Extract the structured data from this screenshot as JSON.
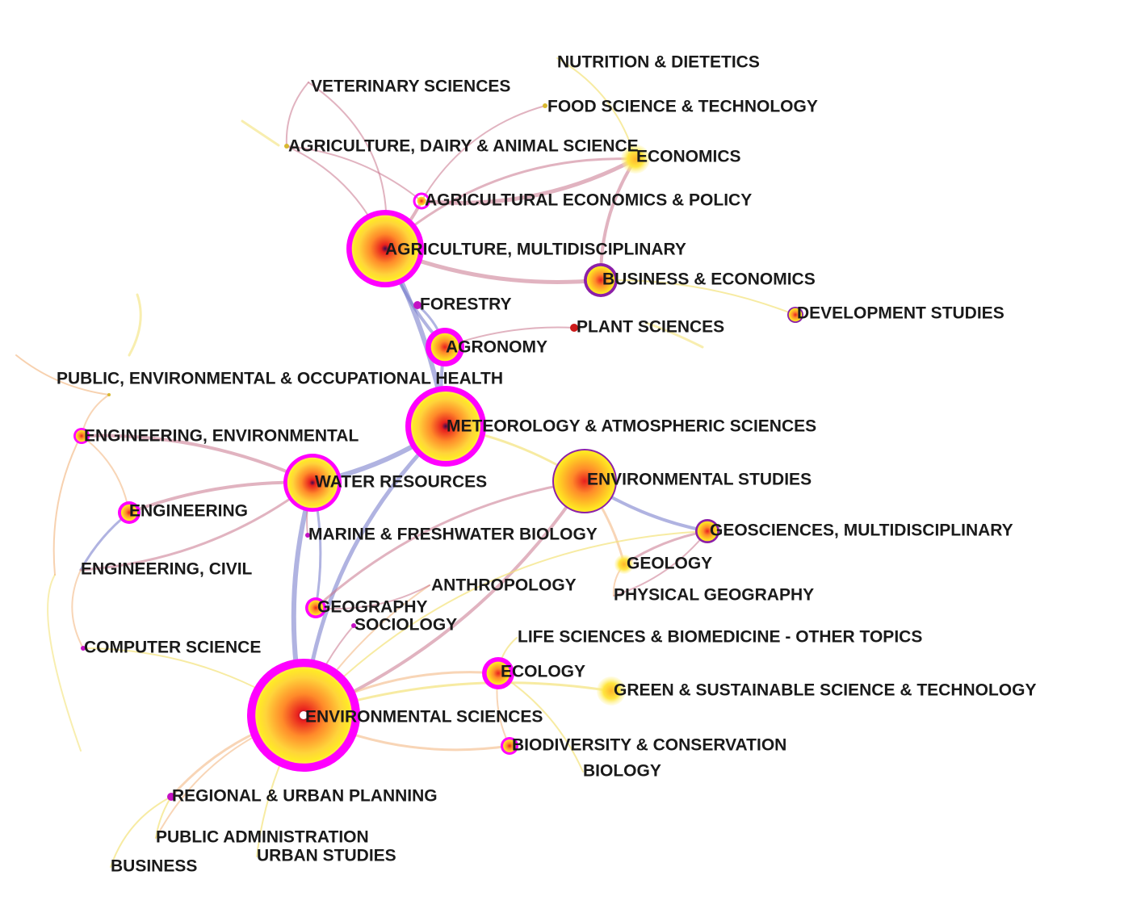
{
  "colors": {
    "ring_magenta": "#ff00ff",
    "ring_purple": "#8b1fa8",
    "core_yellow": "#ffee22",
    "core_orange": "#ff9a22",
    "core_red": "#e8201e",
    "edge_pink": "#c8748c",
    "edge_blue": "#6f75c8",
    "edge_yellow": "#f3e27a",
    "edge_orange": "#f2b27a"
  },
  "nodes": [
    {
      "id": "nutrition",
      "label": "NUTRITION & DIETETICS"
    },
    {
      "id": "veterinary",
      "label": "VETERINARY SCIENCES"
    },
    {
      "id": "food",
      "label": "FOOD SCIENCE & TECHNOLOGY"
    },
    {
      "id": "agri_dairy",
      "label": "AGRICULTURE, DAIRY & ANIMAL SCIENCE"
    },
    {
      "id": "economics",
      "label": "ECONOMICS"
    },
    {
      "id": "agri_econ",
      "label": "AGRICULTURAL ECONOMICS & POLICY"
    },
    {
      "id": "agri_multi",
      "label": "AGRICULTURE, MULTIDISCIPLINARY"
    },
    {
      "id": "business_econ",
      "label": "BUSINESS & ECONOMICS"
    },
    {
      "id": "forestry",
      "label": "FORESTRY"
    },
    {
      "id": "dev_studies",
      "label": "DEVELOPMENT STUDIES"
    },
    {
      "id": "plant",
      "label": "PLANT SCIENCES"
    },
    {
      "id": "agronomy",
      "label": "AGRONOMY"
    },
    {
      "id": "public_health",
      "label": "PUBLIC, ENVIRONMENTAL & OCCUPATIONAL HEALTH"
    },
    {
      "id": "meteorology",
      "label": "METEOROLOGY & ATMOSPHERIC SCIENCES"
    },
    {
      "id": "eng_env",
      "label": "ENGINEERING, ENVIRONMENTAL"
    },
    {
      "id": "water",
      "label": "WATER RESOURCES"
    },
    {
      "id": "env_studies",
      "label": "ENVIRONMENTAL STUDIES"
    },
    {
      "id": "engineering",
      "label": "ENGINEERING"
    },
    {
      "id": "geo_multi",
      "label": "GEOSCIENCES, MULTIDISCIPLINARY"
    },
    {
      "id": "marine",
      "label": "MARINE & FRESHWATER BIOLOGY"
    },
    {
      "id": "geology",
      "label": "GEOLOGY"
    },
    {
      "id": "eng_civil",
      "label": "ENGINEERING, CIVIL"
    },
    {
      "id": "anthropology",
      "label": "ANTHROPOLOGY"
    },
    {
      "id": "phys_geo",
      "label": "PHYSICAL GEOGRAPHY"
    },
    {
      "id": "geography",
      "label": "GEOGRAPHY"
    },
    {
      "id": "sociology",
      "label": "SOCIOLOGY"
    },
    {
      "id": "life_sci",
      "label": "LIFE SCIENCES & BIOMEDICINE - OTHER TOPICS"
    },
    {
      "id": "comp_sci",
      "label": "COMPUTER SCIENCE"
    },
    {
      "id": "ecology",
      "label": "ECOLOGY"
    },
    {
      "id": "green",
      "label": "GREEN & SUSTAINABLE SCIENCE & TECHNOLOGY"
    },
    {
      "id": "env_sci",
      "label": "ENVIRONMENTAL SCIENCES"
    },
    {
      "id": "biodiversity",
      "label": "BIODIVERSITY & CONSERVATION"
    },
    {
      "id": "biology",
      "label": "BIOLOGY"
    },
    {
      "id": "regional",
      "label": "REGIONAL & URBAN PLANNING"
    },
    {
      "id": "public_admin",
      "label": "PUBLIC ADMINISTRATION"
    },
    {
      "id": "urban",
      "label": "URBAN STUDIES"
    },
    {
      "id": "business",
      "label": "BUSINESS"
    }
  ]
}
